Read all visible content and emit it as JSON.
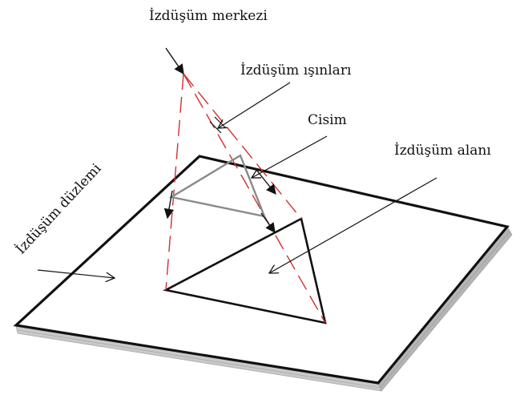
{
  "labels": {
    "center": "İzdüşüm merkezi",
    "rays": "İzdüşüm ışınları",
    "object": "Cisim",
    "area": "İzdüşüm alanı",
    "plane": "İzdüşüm düzlemi"
  },
  "colors": {
    "outline": "#111111",
    "plane_fill": "#ffffff",
    "plane_edge_shadow": "#bdbdbd",
    "object": "#8a8a8a",
    "rays": "#d32f2f",
    "text": "#111111"
  }
}
